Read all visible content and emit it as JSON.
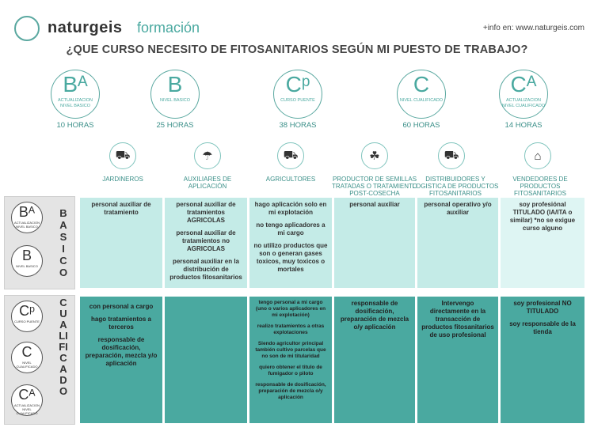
{
  "header": {
    "brand": "naturgeis",
    "brand_sub": "formación",
    "info": "+info en: www.naturgeis.com",
    "title": "¿QUE CURSO NECESITO DE FITOSANITARIOS SEGÚN MI PUESTO DE TRABAJO?"
  },
  "levels": [
    {
      "sym": "Bᴬ",
      "sub": "ACTUALIZACION NIVEL BASICO",
      "hours": "10 HORAS"
    },
    {
      "sym": "B",
      "sub": "NIVEL BASICO",
      "hours": "25 HORAS"
    },
    {
      "sym": "Cᵖ",
      "sub": "CURSO PUENTE",
      "hours": "38 HORAS"
    },
    {
      "sym": "C",
      "sub": "NIVEL CUALIFICADO",
      "hours": "60 HORAS"
    },
    {
      "sym": "Cᴬ",
      "sub": "ACTUALIZACION NIVEL CUALIFICADO",
      "hours": "14 HORAS"
    }
  ],
  "jobs": [
    {
      "icon": "⛟",
      "label": "JARDINEROS"
    },
    {
      "icon": "☂",
      "label": "AUXILIARES DE APLICACIÓN"
    },
    {
      "icon": "⛟",
      "label": "AGRICULTORES"
    },
    {
      "icon": "☘",
      "label": "PRODUCTOR DE SEMILLAS TRATADAS O TRATAMIENTO POST-COSECHA"
    },
    {
      "icon": "⛟",
      "label": "DISTRIBUIDORES Y LOGISTICA DE PRODUCTOS FITOSANITARIOS"
    },
    {
      "icon": "⌂",
      "label": "VENDEDORES DE PRODUCTOS FITOSANITARIOS"
    }
  ],
  "side": {
    "basic_word": "BASICO",
    "qual_word": "CUALIFICADO",
    "circles": [
      {
        "sym": "Bᴬ",
        "sub": "ACTUALIZACION NIVEL BASICO"
      },
      {
        "sym": "B",
        "sub": "NIVEL BASICO"
      },
      {
        "sym": "Cᵖ",
        "sub": "CURSO PUENTE"
      },
      {
        "sym": "C",
        "sub": "NIVEL CUALIFICADO"
      },
      {
        "sym": "Cᴬ",
        "sub": "ACTUALIZACION NIVEL CUALIFICADO"
      }
    ]
  },
  "basic": [
    [
      "personal auxiliar de tratamiento"
    ],
    [
      "personal auxiliar de tratamientos AGRICOLAS",
      "personal auxiliar de tratamientos no AGRICOLAS",
      "personal auxiliar en la distribución de productos fitosanitarios"
    ],
    [
      "hago aplicación solo en mi explotación",
      "no tengo aplicadores a mi cargo",
      "no utilizo productos que son o generan gases toxicos, muy toxicos o mortales"
    ],
    [
      "personal auxiliar"
    ],
    [
      "personal operativo y/o auxiliar"
    ],
    [
      "soy profesiónal TITULADO (IA/ITA o similar) *no se exigue curso alguno"
    ]
  ],
  "qualified": [
    [
      "con personal a cargo",
      "hago tratamientos a terceros",
      "responsable de dosificación, preparación, mezcla y/o aplicación"
    ],
    [],
    [
      "tengo personal a mi cargo (uno o varios aplicadores en mi explotación)",
      "realizo tratamientos a otras explotaciones",
      "Siendo agricultor principal también cultivo parcelas que no son de mi titularidad",
      "quiero obtener el titulo de fumigador o piloto",
      "responsable de dosificación, preparación de mezcla o/y aplicación"
    ],
    [
      "responsable de dosificación, preparación de mezcla o/y aplicación"
    ],
    [
      "Intervengo directamente en la transacción de productos fitosanitarios de uso profesional"
    ],
    [
      "soy profesional NO TITULADO",
      "soy responsable de la tienda"
    ]
  ],
  "colors": {
    "accent": "#4aa9a0",
    "light": "#c4ebe7",
    "pale": "#def5f3"
  }
}
